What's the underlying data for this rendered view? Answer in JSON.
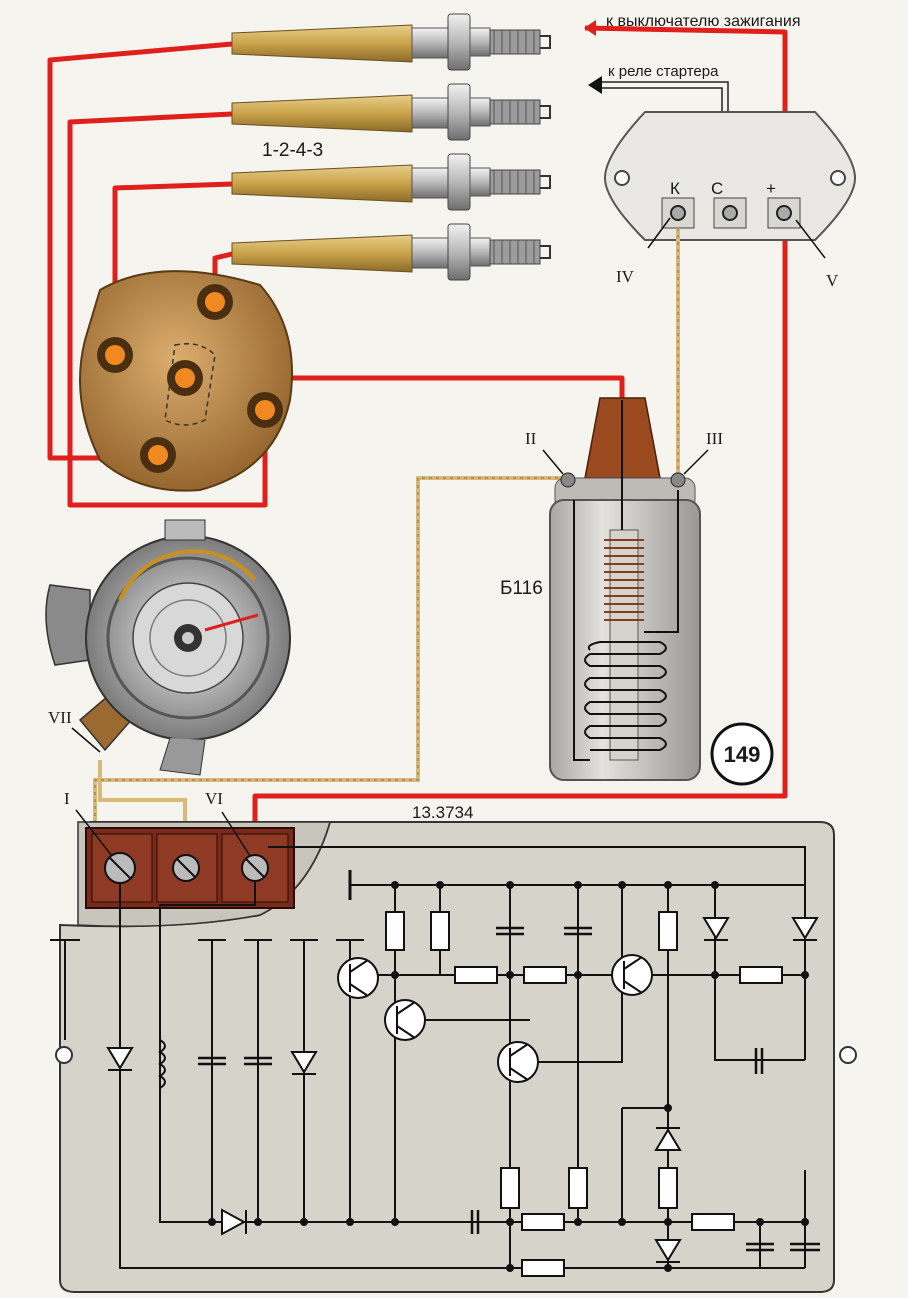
{
  "labels": {
    "to_ignition_switch": "к выключателю зажигания",
    "to_starter_relay": "к реле стартера",
    "firing_order": "1-2-4-3",
    "coil_model": "Б116",
    "figure_number": "149",
    "switch_model": "13.3734",
    "relay_terminal_k": "К",
    "relay_terminal_s": "С",
    "relay_terminal_plus": "+",
    "term_I": "I",
    "term_II": "II",
    "term_III": "III",
    "term_IV": "IV",
    "term_V": "V",
    "term_VI": "VI",
    "term_VII": "VII"
  },
  "colors": {
    "hv_wire": "#e0201c",
    "signal_wire": "#d9b97a",
    "circuit_line": "#111111",
    "board": "#d6d3cb",
    "plug_boot": "#c9a24a",
    "coil_body": "#c8c6c2",
    "coil_top": "#9a4a1e",
    "distributor_cap": "#b67c3a"
  },
  "icons": [
    "spark-plug-icon",
    "distributor-cap-icon",
    "ignition-coil-icon",
    "relay-icon",
    "ignition-distributor-icon",
    "electronic-switch-icon",
    "transistor-icon",
    "diode-icon",
    "resistor-icon",
    "capacitor-icon",
    "inductor-icon"
  ]
}
